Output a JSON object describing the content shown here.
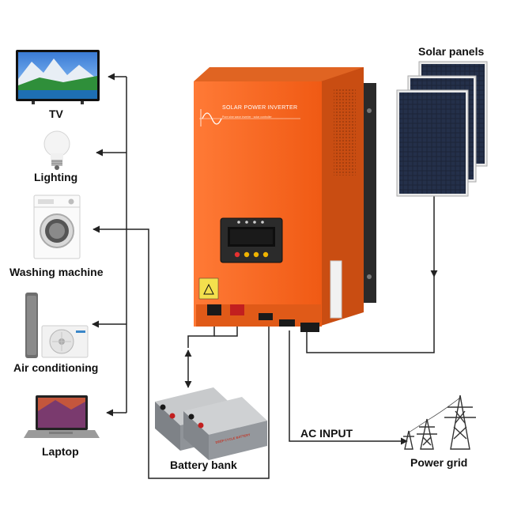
{
  "inverter": {
    "brand": "SOLAR POWER INVERTER",
    "tagline": "Pure sine wave inverter · solar controller"
  },
  "battery": {
    "label": "Battery bank",
    "brand": "DEEP CYCLE BATTERY"
  },
  "solar": {
    "label": "Solar panels"
  },
  "grid": {
    "label": "Power grid",
    "input_label": "AC INPUT"
  },
  "loads": [
    {
      "label": "TV",
      "icon": "tv-icon"
    },
    {
      "label": "Lighting",
      "icon": "light-bulb-icon"
    },
    {
      "label": "Washing machine",
      "icon": "washing-machine-icon"
    },
    {
      "label": "Air conditioning",
      "icon": "air-conditioner-icon"
    },
    {
      "label": "Laptop",
      "icon": "laptop-icon"
    }
  ],
  "colors": {
    "inverter_body": "#f26522",
    "inverter_side": "#c94d12",
    "wire": "#222222",
    "panel": "#1c2438",
    "battery": "#8b8f93"
  }
}
